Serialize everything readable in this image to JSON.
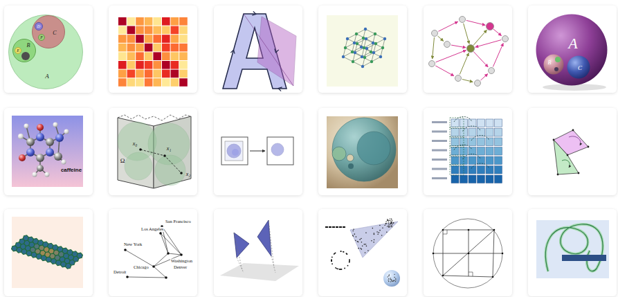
{
  "diagram": {
    "nodes": [
      {
        "text": [
          "A"
        ]
      },
      {
        "text": [
          "C"
        ],
        "in": 0
      },
      {
        "text": [
          "D"
        ],
        "in": 1
      },
      {
        "text": [
          "F"
        ],
        "in": 1
      },
      {
        "text": [
          "B"
        ],
        "in": 0
      },
      {
        "text": [
          "E"
        ],
        "in": 4
      },
      {
        "text": [
          "A"
        ]
      },
      {
        "text": [
          "B"
        ],
        "in": 6
      },
      {
        "text": [
          "C"
        ],
        "in": 6
      }
    ],
    "labels": [
      "caffeine",
      "Ω",
      "x₀",
      "x₁",
      "x₂",
      "San Francisco",
      "Los Angeles",
      "New York",
      "Washington",
      "Denver",
      "Chicago",
      "Detroit"
    ]
  }
}
